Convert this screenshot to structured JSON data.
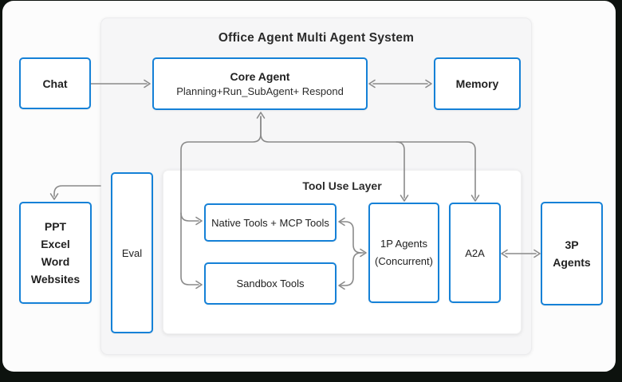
{
  "frame": {
    "outer_bg": "#0d120e",
    "card_bg": "#fcfcfc",
    "container_bg": "#f6f6f7",
    "accent_blue": "#1581d7",
    "arrow_gray": "#8a8a8a",
    "text_color": "#2b2b2b"
  },
  "diagram": {
    "title": "Office Agent Multi Agent System",
    "tool_layer_title": "Tool Use Layer"
  },
  "nodes": {
    "chat": {
      "label": "Chat"
    },
    "core_agent": {
      "title": "Core Agent",
      "subtitle": "Planning+Run_SubAgent+ Respond"
    },
    "memory": {
      "label": "Memory"
    },
    "ppt_excel_word_websites": {
      "lines": [
        "PPT",
        "Excel",
        "Word",
        "Websites"
      ]
    },
    "eval": {
      "label": "Eval"
    },
    "native_tools": {
      "label": "Native Tools + MCP Tools"
    },
    "sandbox_tools": {
      "label": "Sandbox Tools"
    },
    "one_p_agents": {
      "line1": "1P Agents",
      "line2": "(Concurrent)"
    },
    "a2a": {
      "label": "A2A"
    },
    "three_p_agents": {
      "line1": "3P",
      "line2": "Agents"
    }
  },
  "edges": [
    {
      "from": "chat",
      "to": "core_agent",
      "type": "arrow"
    },
    {
      "from": "core_agent",
      "to": "memory",
      "type": "double-arrow"
    },
    {
      "from": "tool_branches",
      "to": "core_agent",
      "type": "arrow-up"
    },
    {
      "from": "trunk",
      "to": "native_tools",
      "type": "arrow"
    },
    {
      "from": "trunk",
      "to": "sandbox_tools",
      "type": "arrow"
    },
    {
      "from": "trunk",
      "to": "one_p_agents",
      "type": "arrow-down"
    },
    {
      "from": "trunk",
      "to": "a2a",
      "type": "arrow-down"
    },
    {
      "from": "native_tools_sandbox_tools",
      "to": "one_p_agents",
      "type": "double-arrow-merge"
    },
    {
      "from": "a2a",
      "to": "three_p_agents",
      "type": "double-arrow"
    },
    {
      "from": "system_container",
      "to": "ppt_excel_word_websites",
      "type": "arrow-down"
    }
  ]
}
